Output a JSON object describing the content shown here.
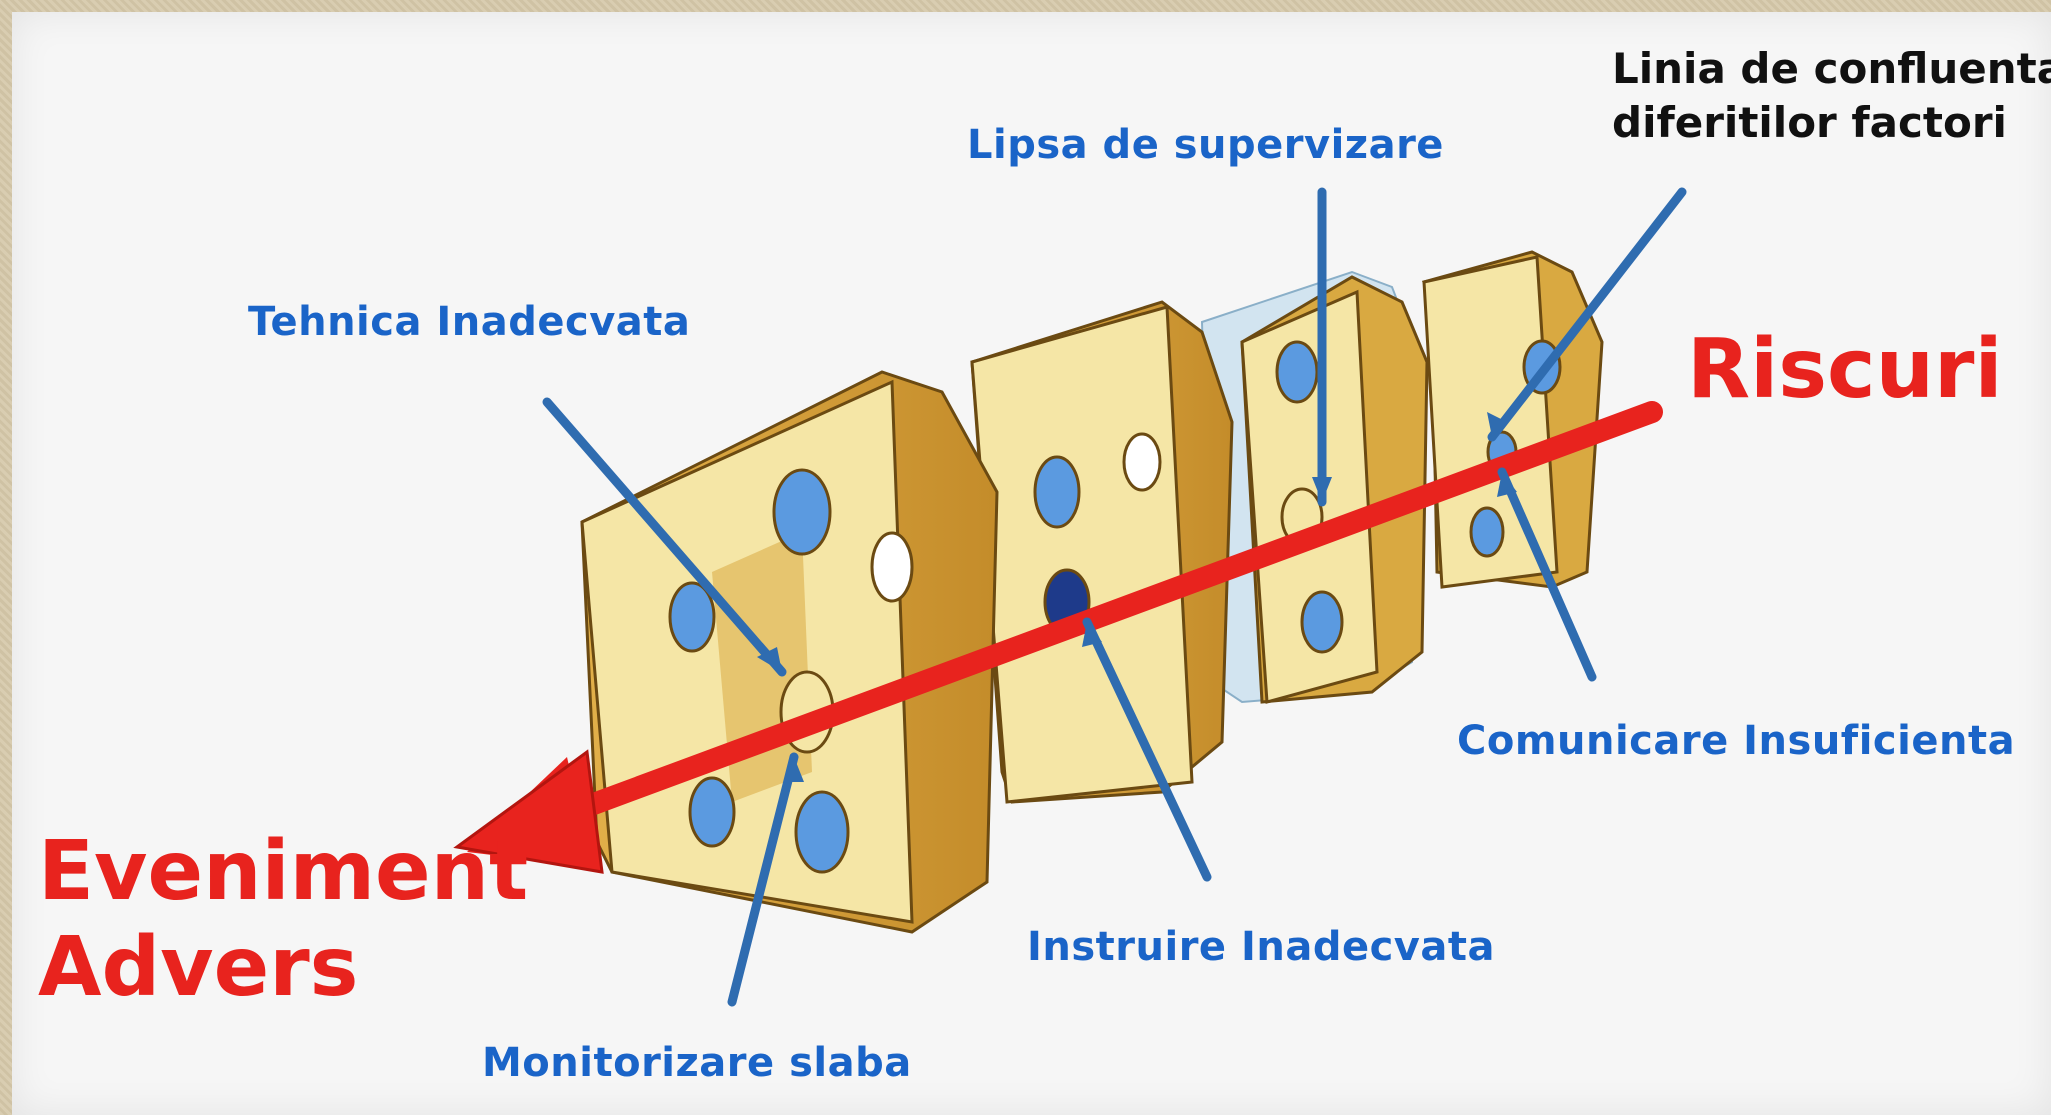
{
  "labels": {
    "top_right_line1": "Linia de confluenta a",
    "top_right_line2": "diferitilor factori",
    "lipsa": "Lipsa de supervizare",
    "tehnica": "Tehnica Inadecvata",
    "riscuri": "Riscuri",
    "comunicare": "Comunicare Insuficienta",
    "instruire": "Instruire Inadecvata",
    "monitorizare": "Monitorizare slaba",
    "eveniment_line1": "Eveniment",
    "eveniment_line2": "Advers"
  },
  "colors": {
    "cheese_face": "#f5e6a6",
    "cheese_side": "#d9a941",
    "cheese_shadow": "#c08a25",
    "hole": "#5b9ae0",
    "arrow_red": "#e8231e",
    "pointer_blue": "#2f6cb0",
    "label_blue": "#1a64c8"
  }
}
